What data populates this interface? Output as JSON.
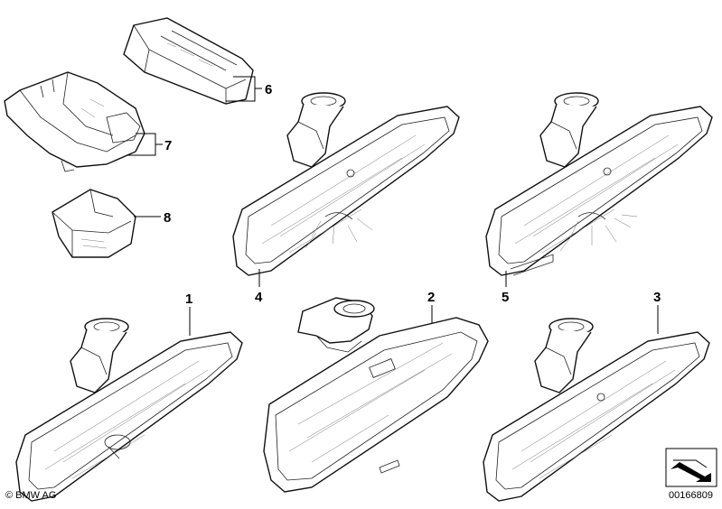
{
  "callouts": [
    {
      "id": "1",
      "text": "1"
    },
    {
      "id": "2",
      "text": "2"
    },
    {
      "id": "3",
      "text": "3"
    },
    {
      "id": "4",
      "text": "4"
    },
    {
      "id": "5",
      "text": "5"
    },
    {
      "id": "6",
      "text": "6"
    },
    {
      "id": "7",
      "text": "7"
    },
    {
      "id": "8",
      "text": "8"
    }
  ],
  "copyright": "© BMW AG",
  "reference_number": "00166809",
  "icons": {
    "diagram_symbol": "folded-sheet-arrow-icon"
  }
}
